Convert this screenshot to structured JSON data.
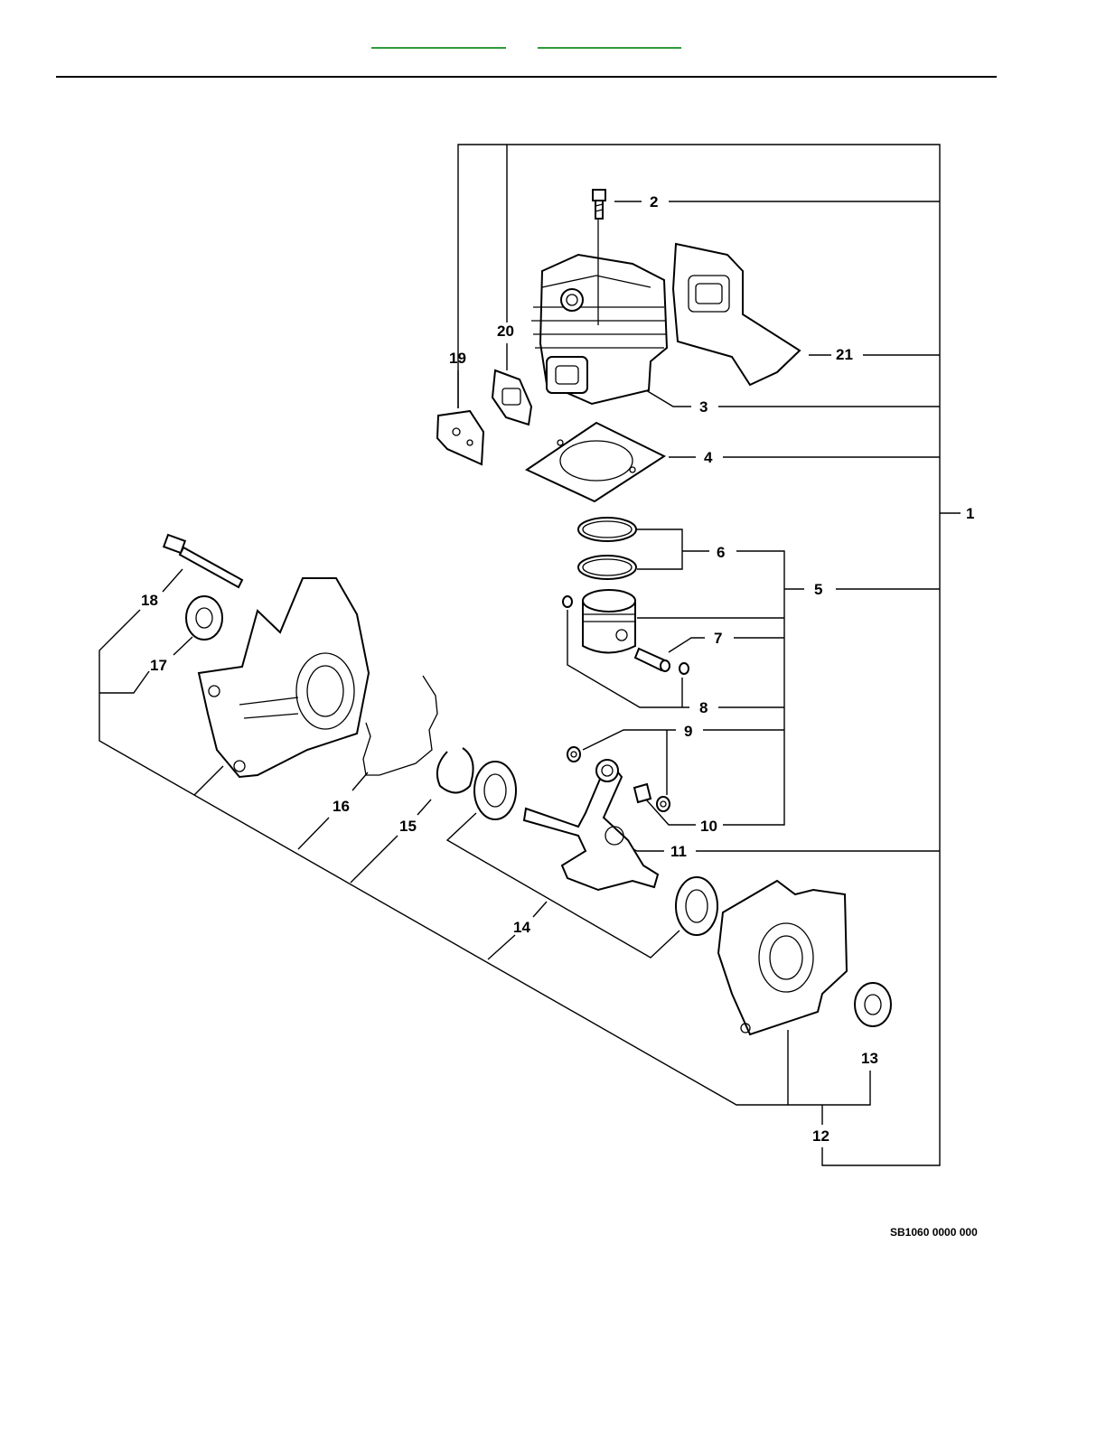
{
  "nav": {
    "prev_label": "",
    "next_label": ""
  },
  "callouts": {
    "c1": "1",
    "c2": "2",
    "c3": "3",
    "c4": "4",
    "c5": "5",
    "c6": "6",
    "c7": "7",
    "c8": "8",
    "c9": "9",
    "c10": "10",
    "c11": "11",
    "c12": "12",
    "c13": "13",
    "c14": "14",
    "c15": "15",
    "c16": "16",
    "c17": "17",
    "c18": "18",
    "c19": "19",
    "c20": "20",
    "c21": "21"
  },
  "reference_code": "SB1060 0000 000",
  "colors": {
    "link": "#2e9a3a",
    "line": "#000000"
  }
}
